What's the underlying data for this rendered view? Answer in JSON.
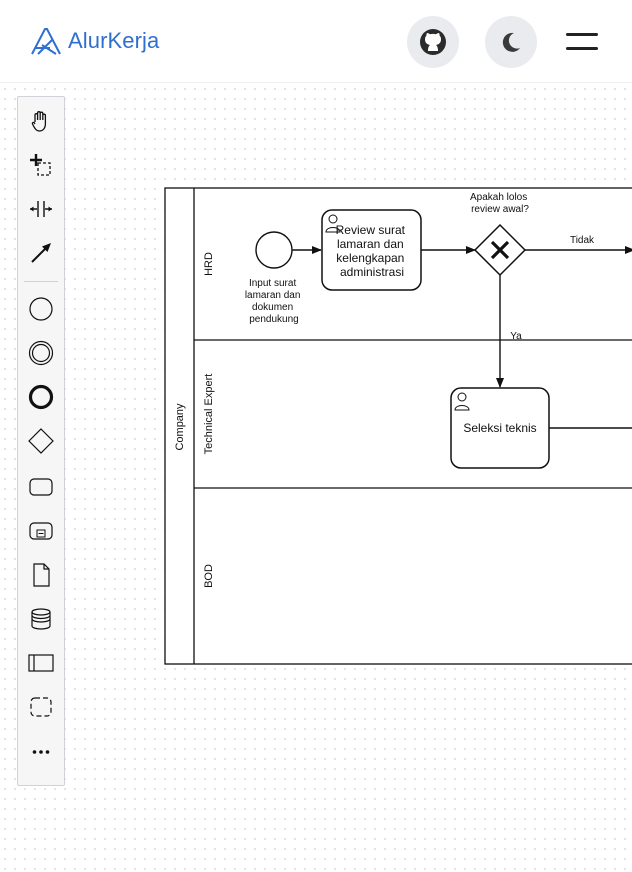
{
  "app": {
    "brand_name": "AlurKerja"
  },
  "header": {
    "icons": [
      "alurkerja-logo-icon",
      "github-icon",
      "moon-icon",
      "hamburger-menu-icon"
    ]
  },
  "palette": {
    "tools": [
      "hand-tool-icon",
      "lasso-tool-icon",
      "space-tool-icon",
      "connect-tool-icon",
      "start-event-icon",
      "intermediate-event-icon",
      "end-event-icon",
      "gateway-icon",
      "task-icon",
      "subprocess-icon",
      "data-object-icon",
      "data-store-icon",
      "pool-icon",
      "group-icon",
      "more-tools-icon"
    ]
  },
  "diagram": {
    "pool_label": "Company",
    "lanes": [
      "HRD",
      "Technical Expert",
      "BOD"
    ],
    "start_event_label": [
      "Input surat",
      "lamaran dan",
      "dokumen",
      "pendukung"
    ],
    "task_review_label": [
      "Review surat",
      "lamaran dan",
      "kelengkapan",
      "administrasi"
    ],
    "gateway_label": [
      "Apakah lolos",
      "review awal?"
    ],
    "flow_no_label": "Tidak",
    "flow_yes_label": "Ya",
    "task_technical_label": "Seleksi teknis"
  },
  "colors": {
    "brand": "#2f6fd0",
    "stroke": "#111111"
  }
}
